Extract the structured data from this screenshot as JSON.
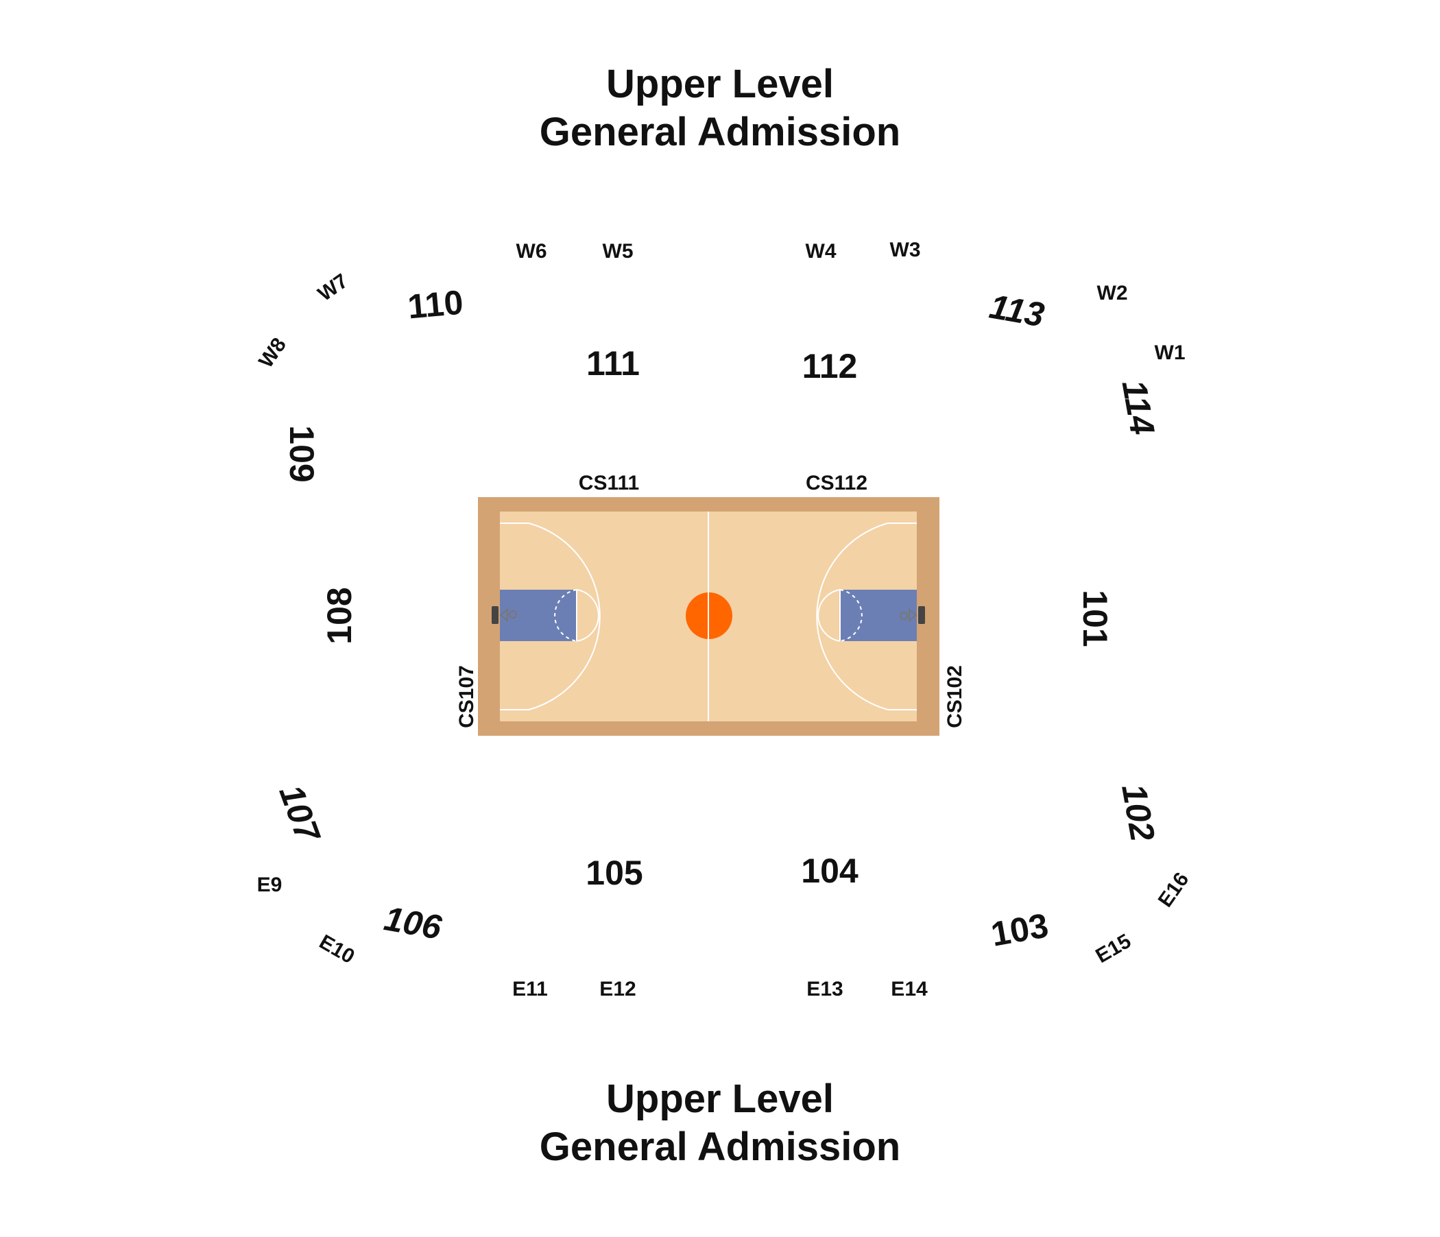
{
  "headings": {
    "top_line1": "Upper Level",
    "top_line2": "General Admission",
    "bottom_line1": "Upper Level",
    "bottom_line2": "General Admission"
  },
  "sections": {
    "s101": "101",
    "s102": "102",
    "s103": "103",
    "s104": "104",
    "s105": "105",
    "s106": "106",
    "s107": "107",
    "s108": "108",
    "s109": "109",
    "s110": "110",
    "s111": "111",
    "s112": "112",
    "s113": "113",
    "s114": "114"
  },
  "courtside": {
    "cs111": "CS111",
    "cs112": "CS112",
    "cs107": "CS107",
    "cs102": "CS102"
  },
  "west": {
    "w1": "W1",
    "w2": "W2",
    "w3": "W3",
    "w4": "W4",
    "w5": "W5",
    "w6": "W6",
    "w7": "W7",
    "w8": "W8"
  },
  "east": {
    "e9": "E9",
    "e10": "E10",
    "e11": "E11",
    "e12": "E12",
    "e13": "E13",
    "e14": "E14",
    "e15": "E15",
    "e16": "E16"
  },
  "colors": {
    "court_border": "#D4A373",
    "court_floor": "#F3D2A6",
    "paint": "#6B7FB5",
    "center_ball": "#FF6600",
    "lines": "#ffffff",
    "text": "#111111"
  }
}
